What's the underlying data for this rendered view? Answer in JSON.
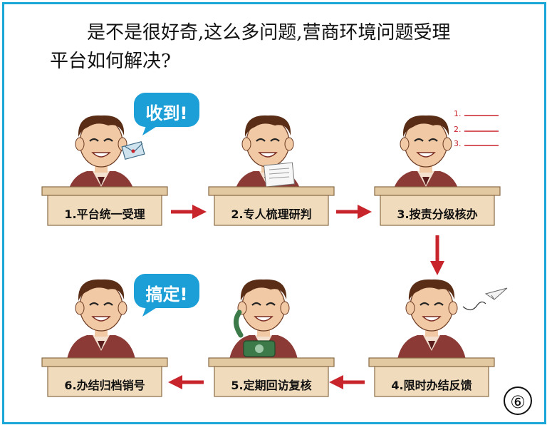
{
  "intro": {
    "line1": "是不是很好奇,这么多问题,营商环境问题受理",
    "line2": "平台如何解决?"
  },
  "steps": [
    {
      "label": "1.平台统一受理"
    },
    {
      "label": "2.专人梳理研判"
    },
    {
      "label": "3.按责分级核办"
    },
    {
      "label": "4.限时办结反馈"
    },
    {
      "label": "5.定期回访复核"
    },
    {
      "label": "6.办结归档销号"
    }
  ],
  "bubbles": {
    "received": "收到!",
    "done": "搞定!"
  },
  "list_marks": [
    "1.",
    "2.",
    "3."
  ],
  "page_number": "⑥",
  "colors": {
    "frame": "#1aa7d8",
    "bubble": "#1c9fd6",
    "arrow": "#c8242b",
    "desk": "#e3c9a2",
    "suit": "#8b3a36"
  }
}
